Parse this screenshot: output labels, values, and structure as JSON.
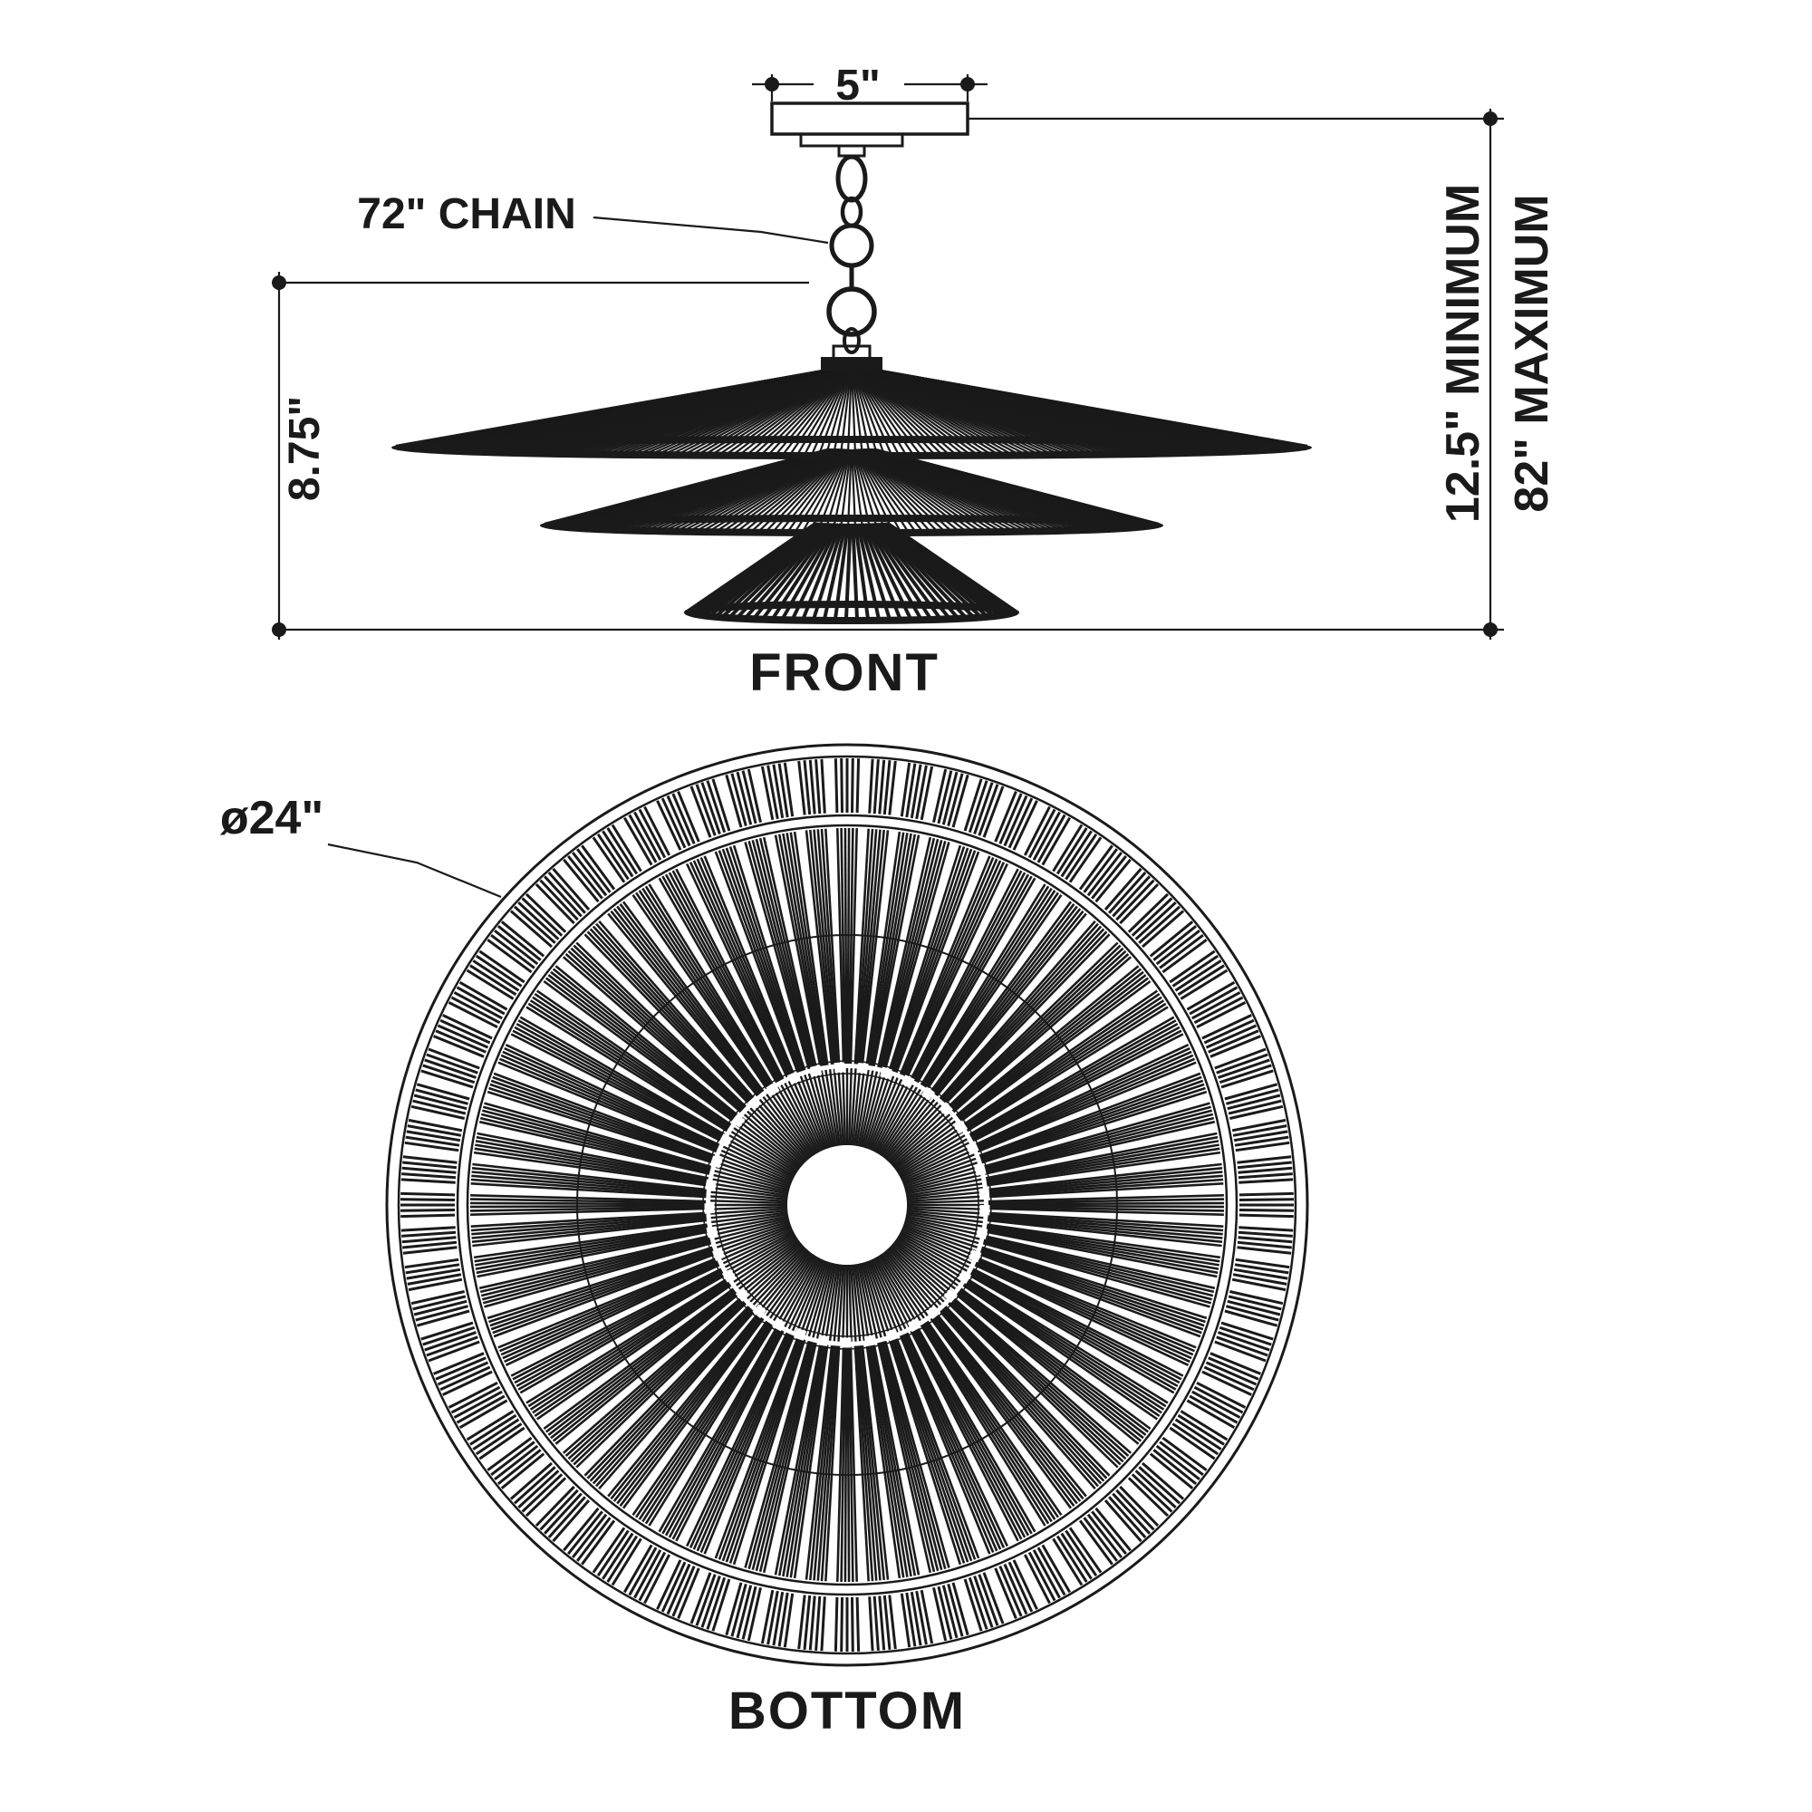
{
  "drawing": {
    "type": "lighting-fixture-spec-sheet",
    "ink_color": "#1a1a1a",
    "background_color": "#ffffff"
  },
  "labels": {
    "canopy_width": "5\"",
    "chain": "72\" CHAIN",
    "shade_height": "8.75\"",
    "drop_min": "12.5\" MINIMUM",
    "drop_max": "82\" MAXIMUM",
    "diameter": "ø24\"",
    "front_view": "FRONT",
    "bottom_view": "BOTTOM"
  },
  "dimensions": {
    "canopy_width_in": 5,
    "chain_length_in": 72,
    "shade_height_in": 8.75,
    "overall_min_in": 12.5,
    "overall_max_in": 82,
    "diameter_in": 24
  }
}
